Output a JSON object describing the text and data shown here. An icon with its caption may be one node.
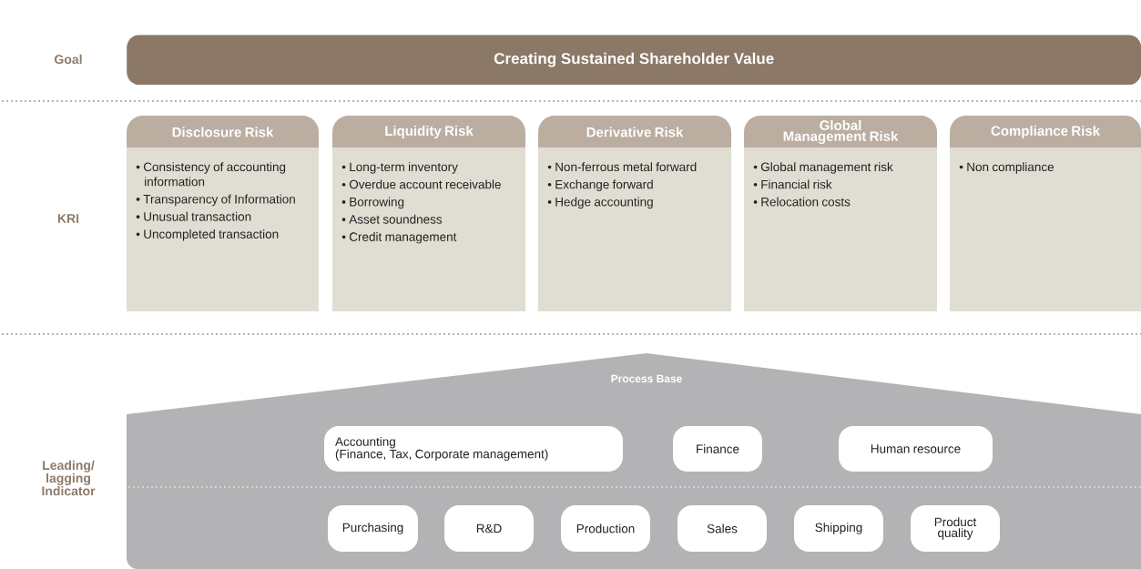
{
  "diagram": {
    "nodes": [
      {
        "text": [
          "Creating Sustained Shareholder Value"
        ]
      },
      {
        "text": [
          "Disclosure Risk",
          "• Consistency of accounting information",
          "• Transparency of Information",
          "• Unusual transaction",
          "• Uncompleted transaction"
        ]
      },
      {
        "text": [
          "Liquidity Risk",
          "• Long-term inventory",
          "• Overdue account receivable",
          "• Borrowing",
          "• Asset soundness",
          "• Credit management"
        ]
      },
      {
        "text": [
          "Derivative Risk",
          "• Non-ferrous metal forward",
          "• Exchange forward",
          "• Hedge accounting"
        ]
      },
      {
        "text": [
          "Global Management Risk",
          "• Global management risk",
          "• Financial risk",
          "• Relocation costs"
        ]
      },
      {
        "text": [
          "Compliance Risk",
          "• Non compliance"
        ]
      },
      {
        "text": [
          "Process Base"
        ]
      },
      {
        "text": [
          "Accounting",
          "(Finance, Tax, Corporate management)"
        ],
        "in": 6
      },
      {
        "text": [
          "Finance"
        ],
        "in": 6
      },
      {
        "text": [
          "Human resource"
        ],
        "in": 6
      },
      {
        "text": [
          "Purchasing"
        ],
        "in": 6
      },
      {
        "text": [
          "R&D"
        ],
        "in": 6
      },
      {
        "text": [
          "Production"
        ],
        "in": 6
      },
      {
        "text": [
          "Sales"
        ],
        "in": 6
      },
      {
        "text": [
          "Shipping"
        ],
        "in": 6
      },
      {
        "text": [
          "Product quality"
        ],
        "in": 6
      }
    ],
    "edges": [],
    "labels": [
      "Goal",
      "KRI",
      "Leading/ lagging Indicator"
    ]
  }
}
